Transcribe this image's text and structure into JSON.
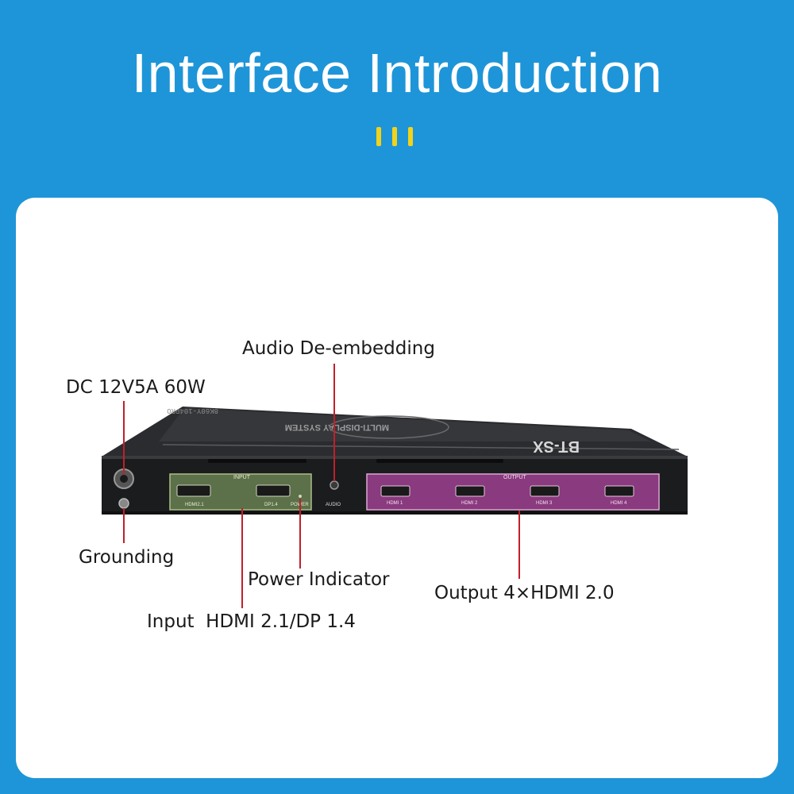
{
  "header": {
    "title": "Interface Introduction"
  },
  "colors": {
    "background": "#1e95d8",
    "accent_marks": "#f2d21a",
    "leader_line": "#c0202a",
    "input_panel": "#5c7049",
    "output_panel": "#8a3a7e"
  },
  "device": {
    "brand": "BT-SX",
    "model": "8K60Y-104PRO",
    "logo_text": "MULTI-DISPLAY SYSTEM",
    "input_group_label": "INPUT",
    "output_group_label": "OUTPUT",
    "ports": {
      "hdmi_in": "HDMI2.1",
      "dp_in": "DP1.4",
      "power": "POWER",
      "audio": "AUDIO",
      "out1": "HDMI 1",
      "out2": "HDMI 2",
      "out3": "HDMI 3",
      "out4": "HDMI 4"
    }
  },
  "callouts": {
    "audio": "Audio De-embedding",
    "dc": "DC 12V5A 60W",
    "grounding": "Grounding",
    "power_indicator": "Power Indicator",
    "input": "Input  HDMI 2.1/DP 1.4",
    "output": "Output 4×HDMI 2.0"
  }
}
